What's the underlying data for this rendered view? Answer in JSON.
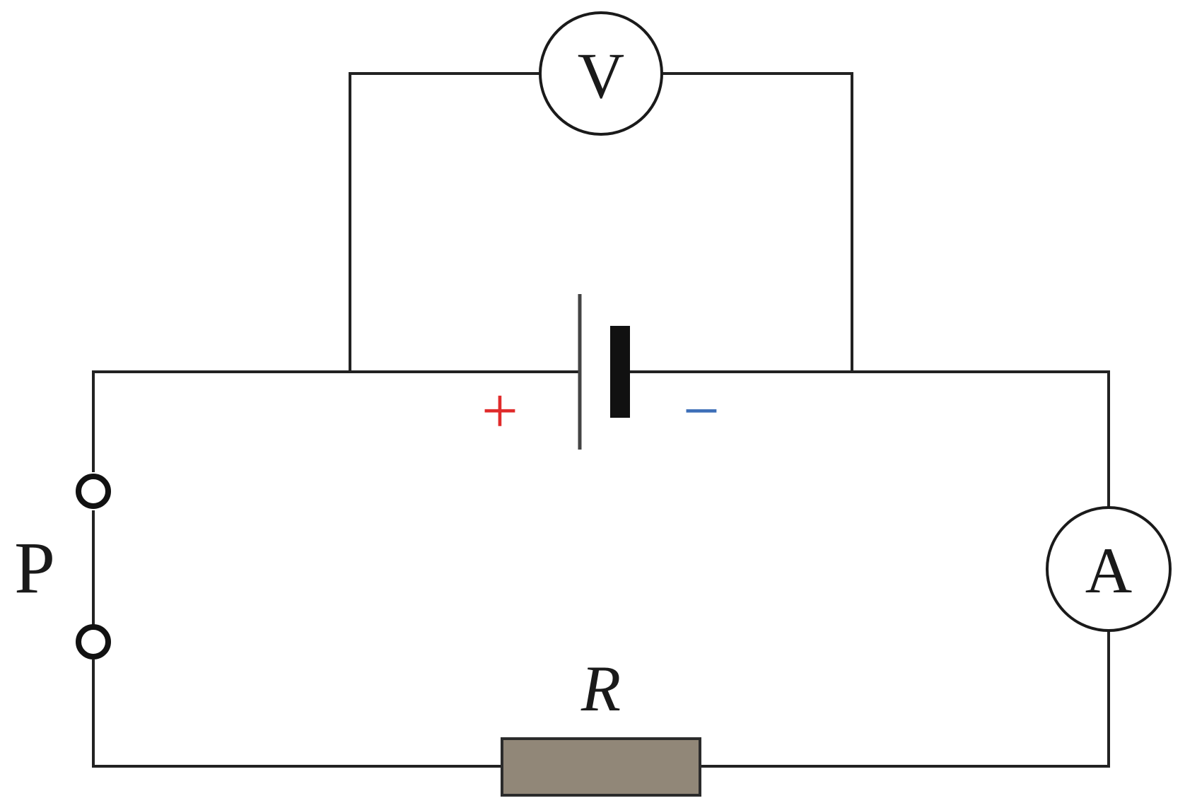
{
  "diagram": {
    "voltmeter_label": "V",
    "ammeter_label": "A",
    "resistor_label": "R",
    "terminal_label": "P",
    "battery_plus_label": "+",
    "battery_minus_label": "−"
  },
  "colors": {
    "wire": "#222222",
    "resistor_fill": "#918778",
    "resistor_stroke": "#2b2b2b",
    "plus_sign": "#e02b2b",
    "minus_sign": "#3e6fb8",
    "battery_negative_plate": "#111111"
  }
}
